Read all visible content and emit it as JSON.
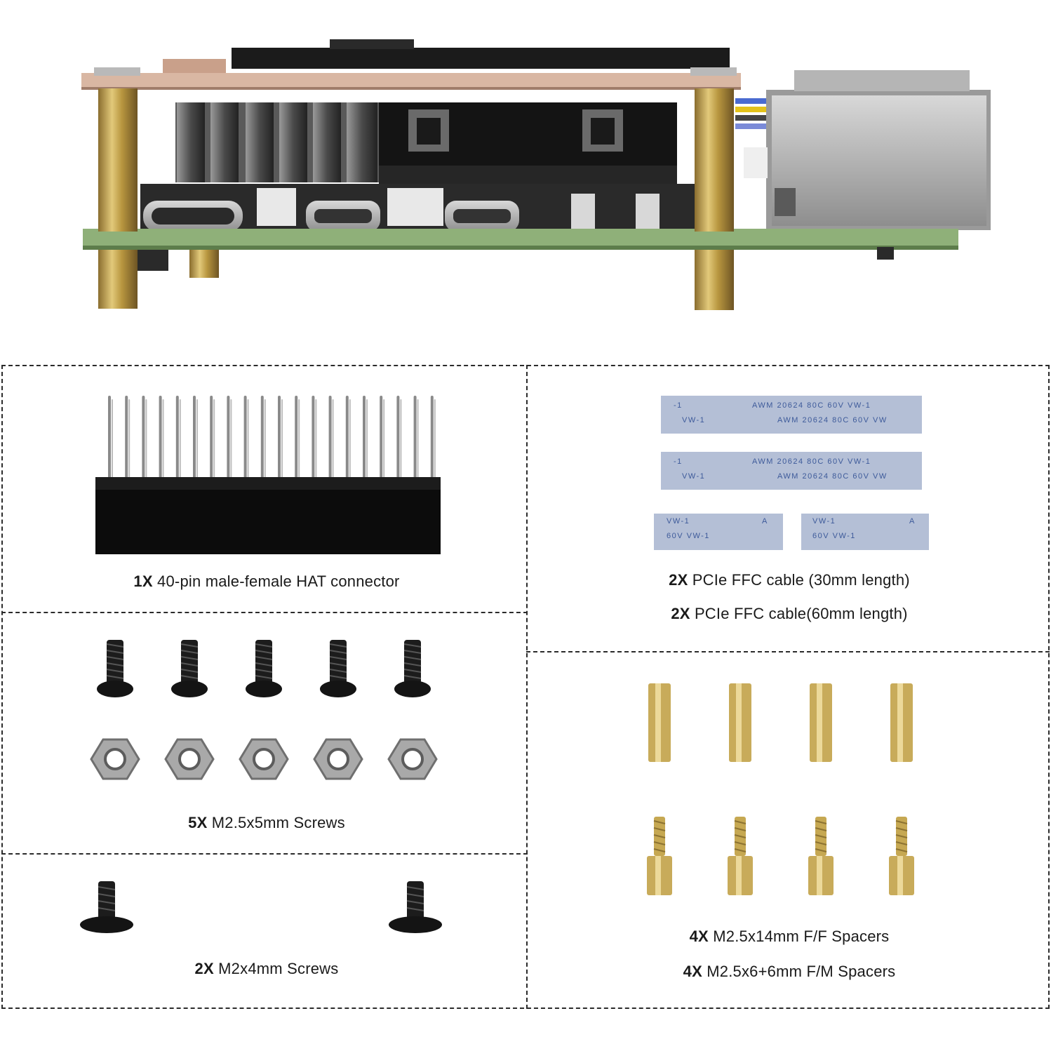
{
  "hero": {
    "alt": "assembled boards stacked on brass spacers"
  },
  "kit": {
    "hat_connector": {
      "qty": "1X",
      "label": "40-pin male-female HAT connector"
    },
    "pcie_cable_30": {
      "qty": "2X",
      "label": "PCIe FFC cable (30mm length)"
    },
    "pcie_cable_60": {
      "qty": "2X",
      "label": "PCIe FFC cable(60mm length)"
    },
    "screws_m25": {
      "qty": "5X",
      "label": "M2.5x5mm Screws"
    },
    "spacers_ff": {
      "qty": "4X",
      "label": "M2.5x14mm F/F Spacers"
    },
    "spacers_fm": {
      "qty": "4X",
      "label": "M2.5x6+6mm F/M Spacers"
    },
    "screws_m2": {
      "qty": "2X",
      "label": "M2x4mm Screws"
    }
  },
  "cable_print": {
    "long_line1": "AWM  20624  80C  60V  VW-1",
    "long_line2": "AWM  20624  80C  60V  VW",
    "long_left1": "-1",
    "long_left2": "VW-1",
    "short_line1": "VW-1",
    "short_line2": "60V  VW-1",
    "short_mark": "A"
  }
}
